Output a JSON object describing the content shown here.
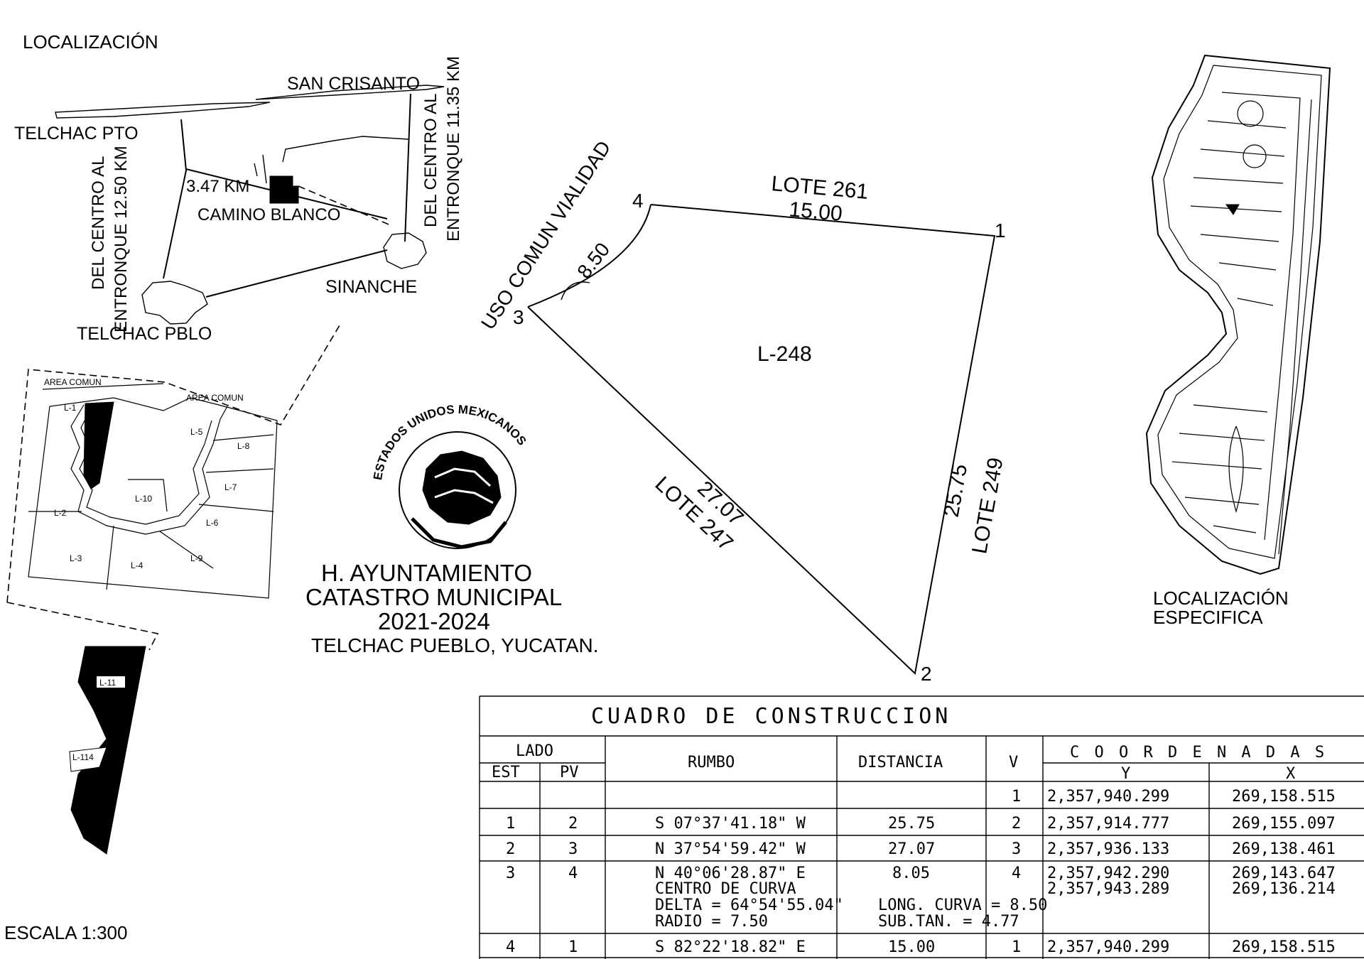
{
  "location_map": {
    "title": "LOCALIZACIÓN",
    "towns": {
      "san_crisanto": "SAN CRISANTO",
      "telchac_pto": "TELCHAC PTO",
      "camino_blanco": "CAMINO BLANCO",
      "sinanche": "SINANCHE",
      "telchac_pblo": "TELCHAC PBLO"
    },
    "distance_label": "3.47 KM",
    "road_left_line1": "DEL CENTRO AL",
    "road_left_line2": "ENTRONQUE 12.50 KM",
    "road_right_line1": "DEL CENTRO AL",
    "road_right_line2": "ENTRONQUE 11.35 KM"
  },
  "detail_map": {
    "area_comun_1": "AREA COMUN",
    "area_comun_2": "AREA COMUN",
    "lots": [
      "L-1",
      "L-2",
      "L-3",
      "L-4",
      "L-5",
      "L-6",
      "L-7",
      "L-8",
      "L-9",
      "L-10"
    ],
    "lot_strip_a": "L-11",
    "lot_strip_b": "L-114"
  },
  "seal": {
    "ring_text": "ESTADOS UNIDOS MEXICANOS",
    "line1": "H. AYUNTAMIENTO",
    "line2": "CATASTRO MUNICIPAL",
    "line3": "2021-2024",
    "line4": "TELCHAC PUEBLO, YUCATAN."
  },
  "lot_plan": {
    "lot_id": "L-248",
    "vertices": [
      "1",
      "2",
      "3",
      "4"
    ],
    "north_neighbor": "LOTE 261",
    "north_length": "15.00",
    "east_neighbor": "LOTE 249",
    "east_length": "25.75",
    "south_neighbor": "LOTE 247",
    "south_length": "27.07",
    "west_neighbor": "USO COMUN VIALIDAD",
    "arc_length": "8.50"
  },
  "specific_location": {
    "line1": "LOCALIZACIÓN",
    "line2": "ESPECIFICA"
  },
  "scale": "ESCALA 1:300",
  "construction_table": {
    "title": "CUADRO  DE  CONSTRUCCION",
    "headers": {
      "lado": "LADO",
      "est": "EST",
      "pv": "PV",
      "rumbo": "RUMBO",
      "distancia": "DISTANCIA",
      "v": "V",
      "coordenadas": "C O O R D E N A D A S",
      "y": "Y",
      "x": "X"
    },
    "rows": [
      {
        "est": "",
        "pv": "",
        "rumbo": "",
        "distancia": "",
        "v": "1",
        "y": "2,357,940.299",
        "x": "269,158.515"
      },
      {
        "est": "1",
        "pv": "2",
        "rumbo": "S 07°37'41.18\" W",
        "distancia": "25.75",
        "v": "2",
        "y": "2,357,914.777",
        "x": "269,155.097"
      },
      {
        "est": "2",
        "pv": "3",
        "rumbo": "N 37°54'59.42\" W",
        "distancia": "27.07",
        "v": "3",
        "y": "2,357,936.133",
        "x": "269,138.461"
      },
      {
        "est": "3",
        "pv": "4",
        "rumbo": "N 40°06'28.87\" E",
        "distancia": "8.05",
        "v": "4",
        "y": "2,357,942.290",
        "x": "269,143.647"
      },
      {
        "est": "4",
        "pv": "1",
        "rumbo": "S 82°22'18.82\" E",
        "distancia": "15.00",
        "v": "1",
        "y": "2,357,940.299",
        "x": "269,158.515"
      }
    ],
    "curve": {
      "centro": "CENTRO  DE  CURVA",
      "delta": "DELTA  =  64°54'55.04\"",
      "radio": "RADIO  =  7.50",
      "long": "LONG. CURVA  =  8.50",
      "subtan": "SUB.TAN.  =  4.77",
      "center_y": "2,357,943.289",
      "center_x": "269,136.214"
    }
  }
}
